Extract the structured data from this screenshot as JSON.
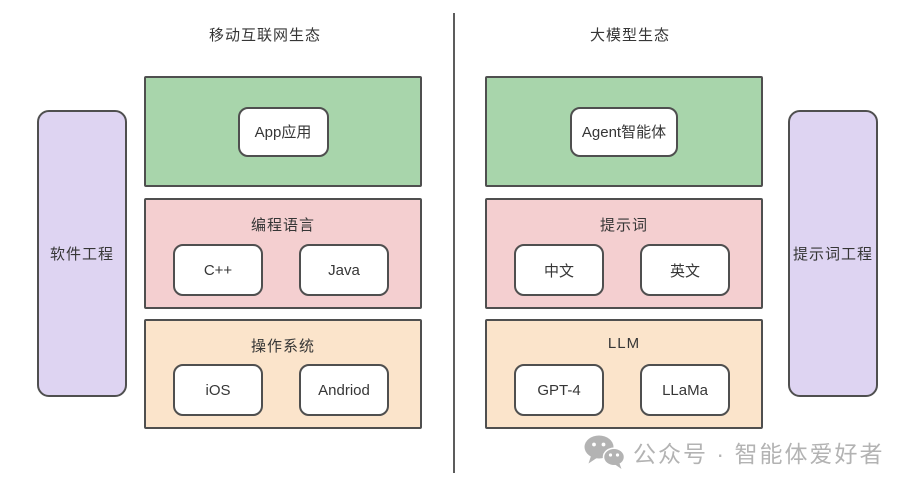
{
  "colors": {
    "green_layer": "#a8d5ab",
    "pink_layer": "#f4cfd0",
    "orange_layer": "#fbe4cb",
    "purple_side": "#ded4f2",
    "box_border": "#4f4f4f",
    "text": "#363636",
    "watermark_gray": "#b3b3b3"
  },
  "sections": [
    {
      "title": "移动互联网生态",
      "side_label": "软件工程",
      "layers": [
        {
          "label": "",
          "items": [
            "App应用"
          ]
        },
        {
          "label": "编程语言",
          "items": [
            "C++",
            "Java"
          ]
        },
        {
          "label": "操作系统",
          "items": [
            "iOS",
            "Andriod"
          ]
        }
      ]
    },
    {
      "title": "大模型生态",
      "side_label": "提示词工程",
      "layers": [
        {
          "label": "",
          "items": [
            "Agent智能体"
          ]
        },
        {
          "label": "提示词",
          "items": [
            "中文",
            "英文"
          ]
        },
        {
          "label": "LLM",
          "items": [
            "GPT-4",
            "LLaMa"
          ]
        }
      ]
    }
  ],
  "watermark": {
    "icon": "wechat-icon",
    "text": "公众号 · 智能体爱好者"
  }
}
